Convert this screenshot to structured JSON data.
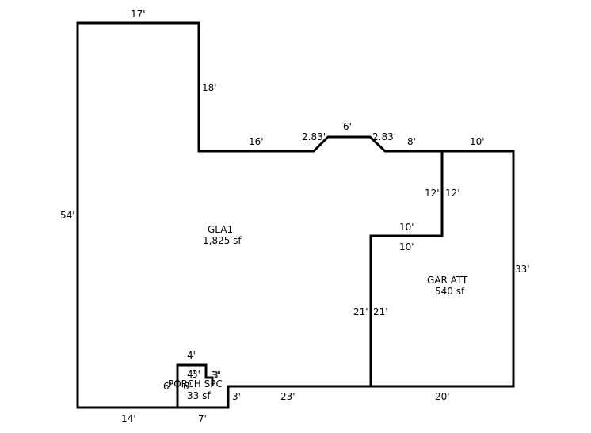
{
  "areas": {
    "gla": {
      "name": "GLA1",
      "size": "1,825 sf"
    },
    "garage": {
      "name": "GAR ATT",
      "size": "540 sf"
    },
    "porch": {
      "name": "PORCH SPC",
      "size": "33 sf"
    }
  },
  "dimensions": {
    "gla_top": "17'",
    "gla_right_upper": "18'",
    "gla_left": "54'",
    "gla_bottom_left": "14'",
    "gla_mid_top_a": "16'",
    "bay_left_diag": "2.83'",
    "bay_top": "6'",
    "bay_right_diag": "2.83'",
    "gla_mid_top_b": "8'",
    "garage_top": "10'",
    "garage_notch_outer": "12'",
    "garage_notch_inner": "12'",
    "garage_step_outer": "10'",
    "garage_step_inner": "10'",
    "garage_right": "33'",
    "garage_left_outer": "21'",
    "garage_left_inner": "21'",
    "gla_bottom_mid": "23'",
    "garage_bottom": "20'",
    "porch_top": "4'",
    "porch_left": "6'",
    "porch_inner_left": "6'",
    "porch_inner_top_a": "4'",
    "porch_inner_top_b": "3'",
    "porch_notch_a": "3'",
    "porch_notch_b": "3'",
    "porch_right": "3'",
    "porch_bottom": "7'"
  },
  "colors": {
    "stroke": "#000000",
    "background": "#ffffff"
  }
}
